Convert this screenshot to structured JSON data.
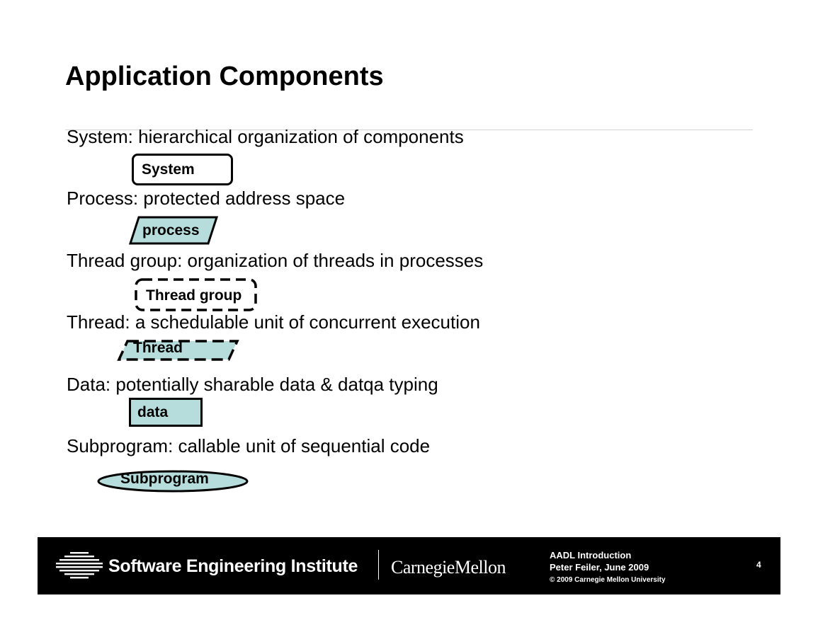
{
  "slide": {
    "title": "Application Components",
    "colors": {
      "fill": "#b7dcdc",
      "stroke": "#000000",
      "footer_bg": "#000000"
    },
    "items": [
      {
        "text": "System: hierarchical organization of components",
        "shape_label": "System",
        "shape": "rounded-rect-solid"
      },
      {
        "text": "Process: protected address space",
        "shape_label": "process",
        "shape": "parallelogram-solid-filled"
      },
      {
        "text": "Thread group: organization of threads in processes",
        "shape_label": "Thread group",
        "shape": "rounded-rect-dashed"
      },
      {
        "text": "Thread: a schedulable unit of concurrent execution",
        "shape_label": "Thread",
        "shape": "parallelogram-dashed-filled"
      },
      {
        "text": "Data: potentially sharable data & datqa typing",
        "shape_label": "data",
        "shape": "rect-solid-filled"
      },
      {
        "text": "Subprogram: callable unit of sequential code",
        "shape_label": "Subprogram",
        "shape": "ellipse-solid-filled"
      }
    ]
  },
  "footer": {
    "sei_name": "Software Engineering Institute",
    "cmu_name": "CarnegieMellon",
    "line1": "AADL Introduction",
    "line2": "Peter Feiler, June 2009",
    "line3": "© 2009 Carnegie Mellon University",
    "page_number": "4",
    "logo_icon": "sei-striped-globe-icon"
  }
}
